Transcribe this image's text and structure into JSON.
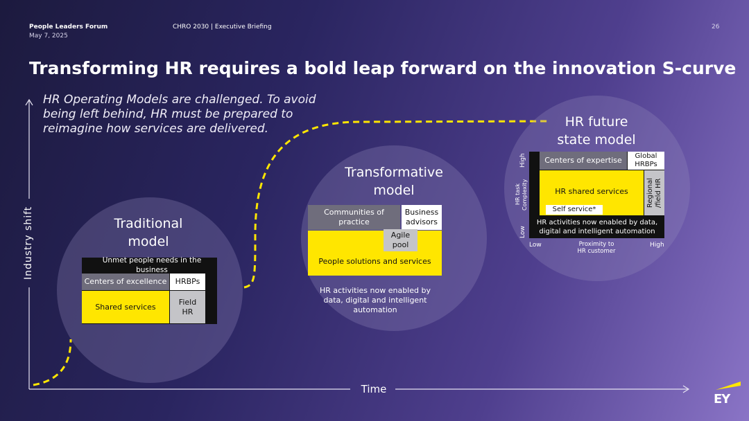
{
  "header": {
    "forum": "People Leaders Forum",
    "date": "May 7, 2025",
    "briefing": "CHRO 2030 | Executive Briefing",
    "page_number": "26"
  },
  "title": "Transforming HR requires a bold leap forward on the innovation S-curve",
  "intro": [
    "HR Operating Models are challenged. To avoid",
    "being left behind, HR must be prepared to",
    "reimagine how services are delivered."
  ],
  "axes": {
    "y_label": "Industry shift",
    "x_label": "Time"
  },
  "traditional": {
    "title": [
      "Traditional",
      "model"
    ],
    "unmet": "Unmet people needs in the business",
    "coe": "Centers of excellence",
    "hrbps": "HRBPs",
    "shared": "Shared services",
    "field_hr": [
      "Field",
      "HR"
    ]
  },
  "transformative": {
    "title": [
      "Transformative",
      "model"
    ],
    "communities": [
      "Communities of",
      "practice"
    ],
    "business_advisors": [
      "Business",
      "advisors"
    ],
    "agile_pool": [
      "Agile",
      "pool"
    ],
    "people_solutions": "People solutions and services",
    "enabled": [
      "HR activities now enabled by",
      "data, digital and intelligent",
      "automation"
    ]
  },
  "future": {
    "title": [
      "HR future",
      "state model"
    ],
    "high": "High",
    "low": "Low",
    "complexity": [
      "HR task",
      "Complexity"
    ],
    "centers_expertise": "Centers of expertise",
    "global_hrbps": [
      "Global",
      "HRBPs"
    ],
    "hr_shared": "HR shared services",
    "regional": [
      "Regional",
      "/field HR"
    ],
    "self_service": "Self service*",
    "enabled": [
      "HR activities now enabled by data,",
      "digital and intelligent automation"
    ],
    "x_low": "Low",
    "proximity": [
      "Proximity to",
      "HR customer"
    ],
    "x_high": "High"
  },
  "logo": "EY",
  "colors": {
    "accent": "#ffe600",
    "background_dark": "#1c1a3e",
    "background_light": "#8a74c6"
  }
}
